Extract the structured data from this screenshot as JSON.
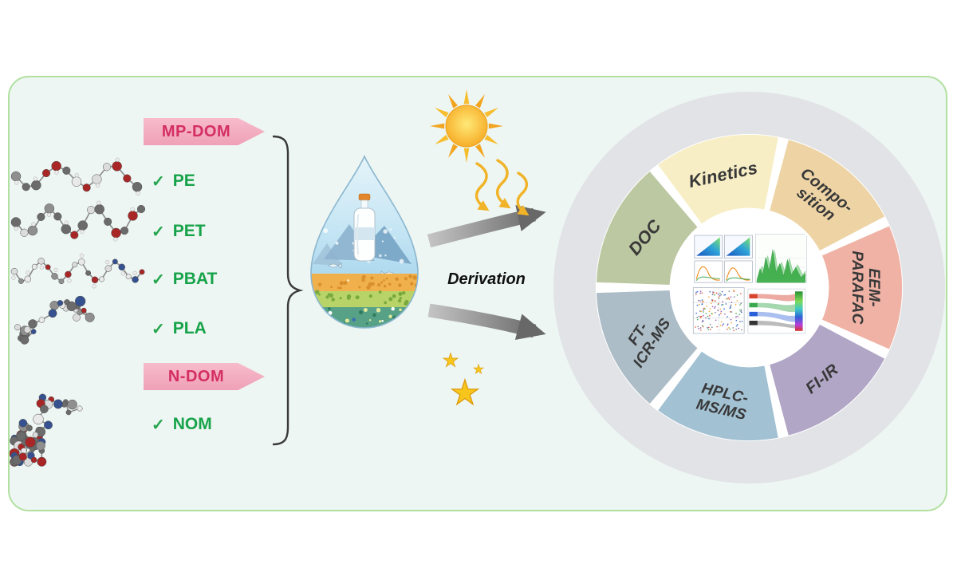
{
  "panel": {
    "background": "#edf6f2",
    "border_color": "#b2e0a0"
  },
  "left": {
    "mp_dom_label": "MP-DOM",
    "check_glyph": "✓",
    "polymers": [
      {
        "label": "PE"
      },
      {
        "label": "PET"
      },
      {
        "label": "PBAT"
      },
      {
        "label": "PLA"
      }
    ],
    "n_dom_label": "N-DOM",
    "nom_label": "NOM"
  },
  "center": {
    "derivation_label": "Derivation"
  },
  "ring": {
    "outer_color": "#e2e3e6",
    "segments": [
      {
        "id": "kinetics",
        "color": "#f8eec6",
        "a0": -36.6,
        "a1": 10.9,
        "label_angle": -13,
        "label_radius": 146,
        "rotation": -12,
        "font_size": 22,
        "label_lines": [
          "Kinetics"
        ]
      },
      {
        "id": "composition",
        "color": "#eed4a5",
        "a0": 14.9,
        "a1": 62.3,
        "label_angle": 38.6,
        "label_radius": 146,
        "rotation": 38,
        "font_size": 20,
        "label_lines": [
          "Compo-",
          "sition"
        ]
      },
      {
        "id": "eem-parafac",
        "color": "#efb2a5",
        "a0": 66.3,
        "a1": 113.7,
        "label_angle": 90,
        "label_radius": 147,
        "rotation": 90,
        "font_size": 19,
        "label_lines": [
          "EEM-",
          "PARAFAC"
        ]
      },
      {
        "id": "fi-ir",
        "color": "#b1a6c6",
        "a0": 117.7,
        "a1": 165.1,
        "label_angle": 141.4,
        "label_radius": 146,
        "rotation": -39,
        "font_size": 20,
        "label_lines": [
          "FI-IR"
        ]
      },
      {
        "id": "hplc-ms-ms",
        "color": "#a2c1d3",
        "a0": 169.1,
        "a1": 216.6,
        "label_angle": 192.9,
        "label_radius": 146,
        "rotation": 13,
        "font_size": 19,
        "label_lines": [
          "HPLC-",
          "MS/MS"
        ]
      },
      {
        "id": "ft-icr-ms",
        "color": "#adbdc7",
        "a0": 220.6,
        "a1": 268.0,
        "label_angle": 244.3,
        "label_radius": 146,
        "rotation": -57,
        "font_size": 19,
        "label_lines": [
          "FT-",
          "ICR-MS"
        ]
      },
      {
        "id": "doc",
        "color": "#bcc8a1",
        "a0": 272.0,
        "a1": 319.4,
        "label_angle": 295.7,
        "label_radius": 146,
        "rotation": -50,
        "font_size": 22,
        "label_lines": [
          "DOC"
        ]
      }
    ]
  }
}
